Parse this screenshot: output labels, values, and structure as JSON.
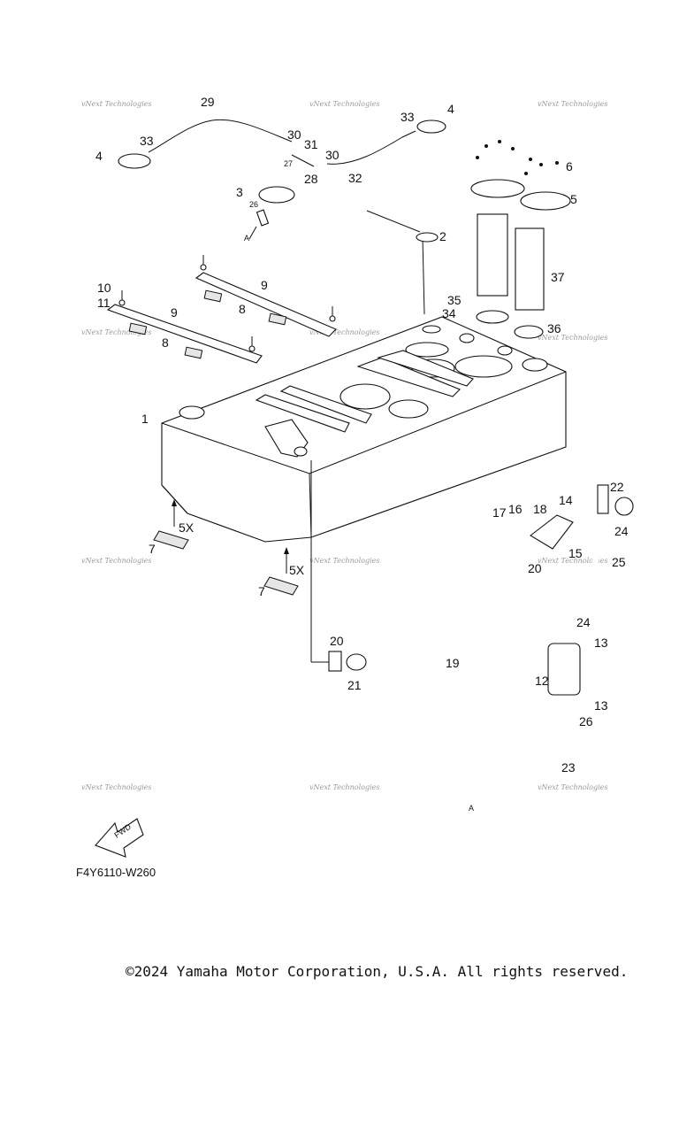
{
  "callouts": [
    "1",
    "2",
    "3",
    "4",
    "4",
    "5",
    "6",
    "7",
    "7",
    "8",
    "8",
    "9",
    "9",
    "10",
    "11",
    "12",
    "13",
    "13",
    "14",
    "15",
    "16",
    "17",
    "18",
    "19",
    "20",
    "20",
    "21",
    "22",
    "23",
    "24",
    "24",
    "25",
    "26",
    "26",
    "27",
    "28",
    "29",
    "30",
    "30",
    "31",
    "32",
    "33",
    "33",
    "34",
    "35",
    "36",
    "37"
  ],
  "labels": {
    "qty_5x_a": "5X",
    "qty_5x_b": "5X",
    "ref_a_top": "A",
    "ref_a_bottom": "A",
    "fwd": "FWD"
  },
  "watermark": "vNext Technologies",
  "drawing_code": "F4Y6110-W260",
  "copyright": "©2024 Yamaha Motor Corporation, U.S.A. All rights reserved."
}
